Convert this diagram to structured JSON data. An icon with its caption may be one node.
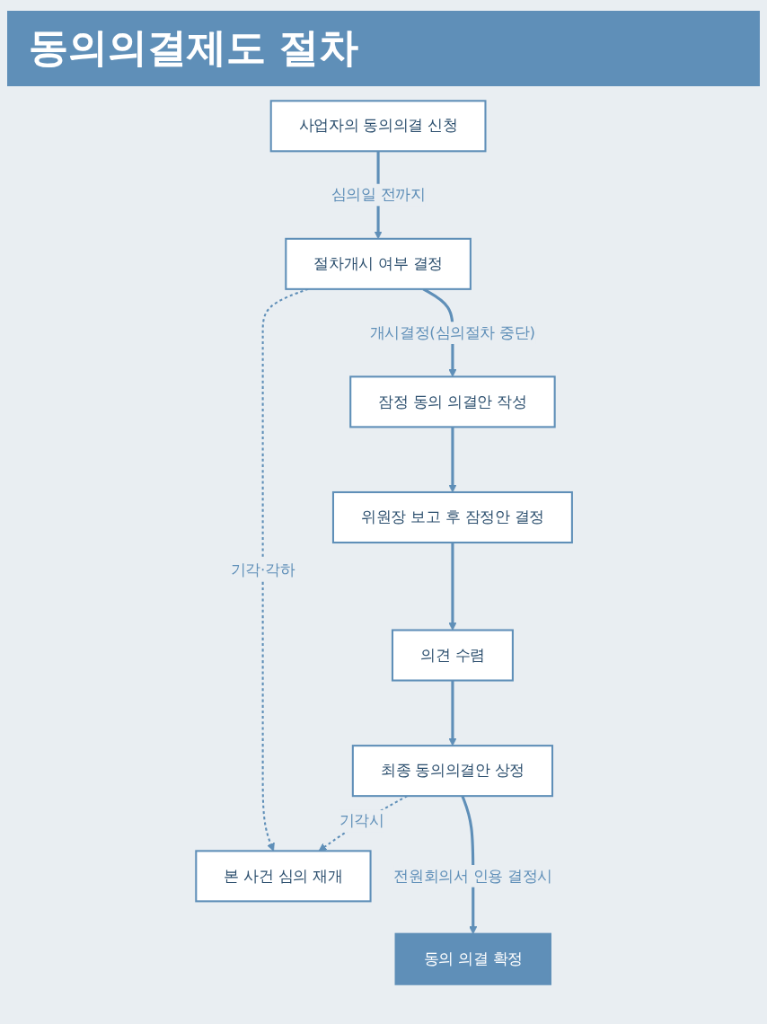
{
  "diagram": {
    "title": "동의의결제도 절차",
    "nodes": [
      {
        "text": [
          "사업자의 동의의결 신청"
        ]
      },
      {
        "text": [
          "절차개시 여부 결정"
        ]
      },
      {
        "text": [
          "잠정 동의 의결안 작성"
        ]
      },
      {
        "text": [
          "위원장 보고 후 잠정안 결정"
        ]
      },
      {
        "text": [
          "의견 수렴"
        ]
      },
      {
        "text": [
          "최종 동의의결안 상정"
        ]
      },
      {
        "text": [
          "동의 의결 확정"
        ]
      },
      {
        "text": [
          "본 사건 심의 재개"
        ]
      }
    ],
    "edges": [
      {
        "from": 0,
        "to": 1,
        "arrow": "to",
        "label": "심의일 전까지"
      },
      {
        "from": 1,
        "to": 2,
        "arrow": "to",
        "label": "개시결정(심의절차 중단)"
      },
      {
        "from": 2,
        "to": 3,
        "arrow": "to"
      },
      {
        "from": 3,
        "to": 4,
        "arrow": "to"
      },
      {
        "from": 4,
        "to": 5,
        "arrow": "to"
      },
      {
        "from": 5,
        "to": 6,
        "arrow": "to",
        "label": "전원회의서 인용 결정시"
      },
      {
        "from": 1,
        "to": 7,
        "arrow": "to",
        "label": "기각·각하",
        "style": "dashed"
      },
      {
        "from": 5,
        "to": 7,
        "arrow": "to",
        "label": "기각시",
        "style": "dashed"
      }
    ]
  }
}
